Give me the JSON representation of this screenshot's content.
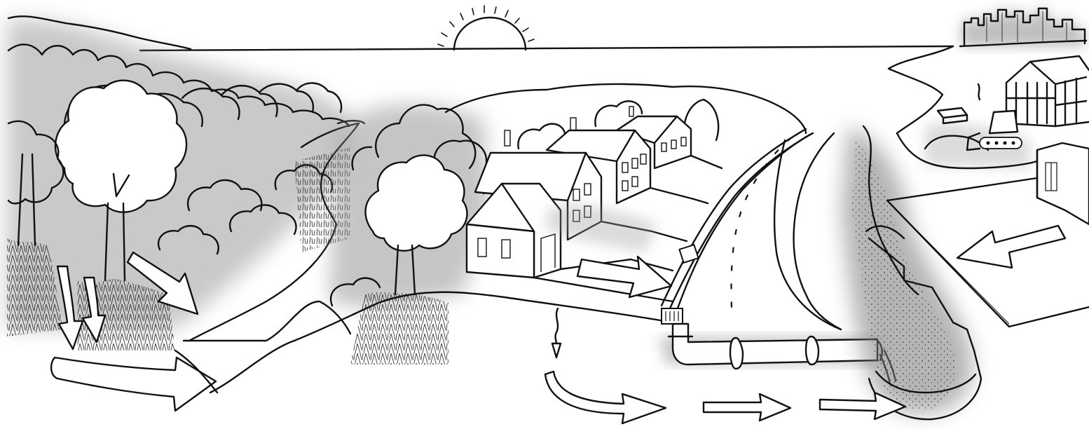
{
  "colors": {
    "ink": "#111111",
    "paper": "#ffffff",
    "shade": "#9a9a9a",
    "dark_shade": "#6e6e6e"
  },
  "regions": [
    "forest",
    "hillside",
    "residential-neighborhood",
    "road-with-storm-drains",
    "storm-pipe",
    "stream-channel",
    "construction-site",
    "city-skyline",
    "parking-lot"
  ],
  "flow_arrows": [
    "forest-infiltration",
    "forest-groundwater",
    "lawn-runoff",
    "parking-lot-runoff",
    "hillside-infiltration",
    "groundwater-to-stream"
  ],
  "icons": [
    "sun-icon",
    "storm-drain-icon",
    "bulldozer-icon",
    "tree-roots-icon"
  ]
}
